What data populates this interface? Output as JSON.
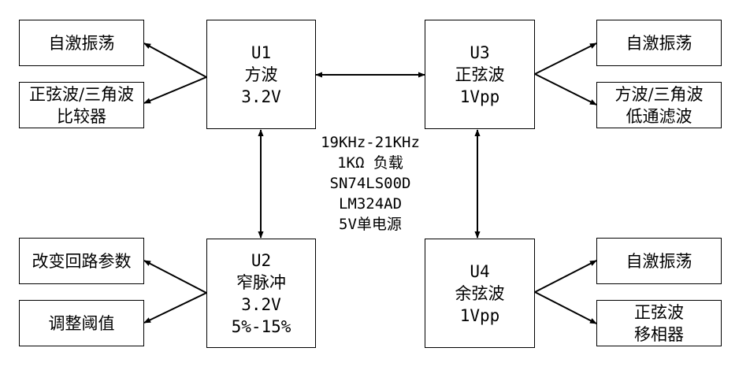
{
  "u1": {
    "lines": [
      "U1",
      "方波",
      "3.2V"
    ]
  },
  "u2": {
    "lines": [
      "U2",
      "窄脉冲",
      "3.2V",
      "5%-15%"
    ]
  },
  "u3": {
    "lines": [
      "U3",
      "正弦波",
      "1Vpp"
    ]
  },
  "u4": {
    "lines": [
      "U4",
      "余弦波",
      "1Vpp"
    ]
  },
  "left_top": {
    "a": [
      "自激振荡"
    ],
    "b": [
      "正弦波/三角波",
      "比较器"
    ]
  },
  "left_bottom": {
    "a": [
      "改变回路参数"
    ],
    "b": [
      "调整阈值"
    ]
  },
  "right_top": {
    "a": [
      "自激振荡"
    ],
    "b": [
      "方波/三角波",
      "低通滤波"
    ]
  },
  "right_bottom": {
    "a": [
      "自激振荡"
    ],
    "b": [
      "正弦波",
      "移相器"
    ]
  },
  "center": {
    "lines": [
      "19KHz-21KHz",
      "1KΩ 负载",
      "SN74LS00D",
      "LM324AD",
      "5V单电源"
    ]
  }
}
